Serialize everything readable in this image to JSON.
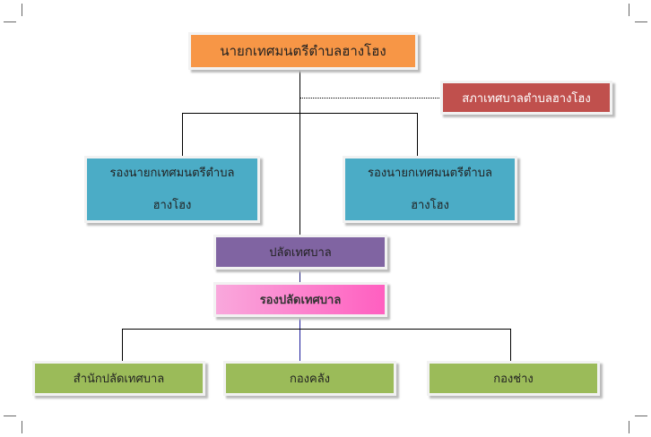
{
  "chart": {
    "mayor": "นายกเทศมนตรีตำบลฮางโฮง",
    "council": "สภาเทศบาลตำบลฮางโฮง",
    "deputy_mayor_left": {
      "line1": "รองนายกเทศมนตรีตำบล",
      "line2": "ฮางโฮง"
    },
    "deputy_mayor_right": {
      "line1": "รองนายกเทศมนตรีตำบล",
      "line2": "ฮางโฮง"
    },
    "clerk": "ปลัดเทศบาล",
    "deputy_clerk": "รองปลัดเทศบาล",
    "departments": [
      "สำนักปลัดเทศบาล",
      "กองคลัง",
      "กองช่าง"
    ]
  },
  "colors": {
    "mayor": "#f79646",
    "council": "#c0504d",
    "deputy": "#4bacc6",
    "clerk": "#8064a2",
    "deputy_clerk": "#ff5fc0",
    "department": "#9bbb59"
  }
}
